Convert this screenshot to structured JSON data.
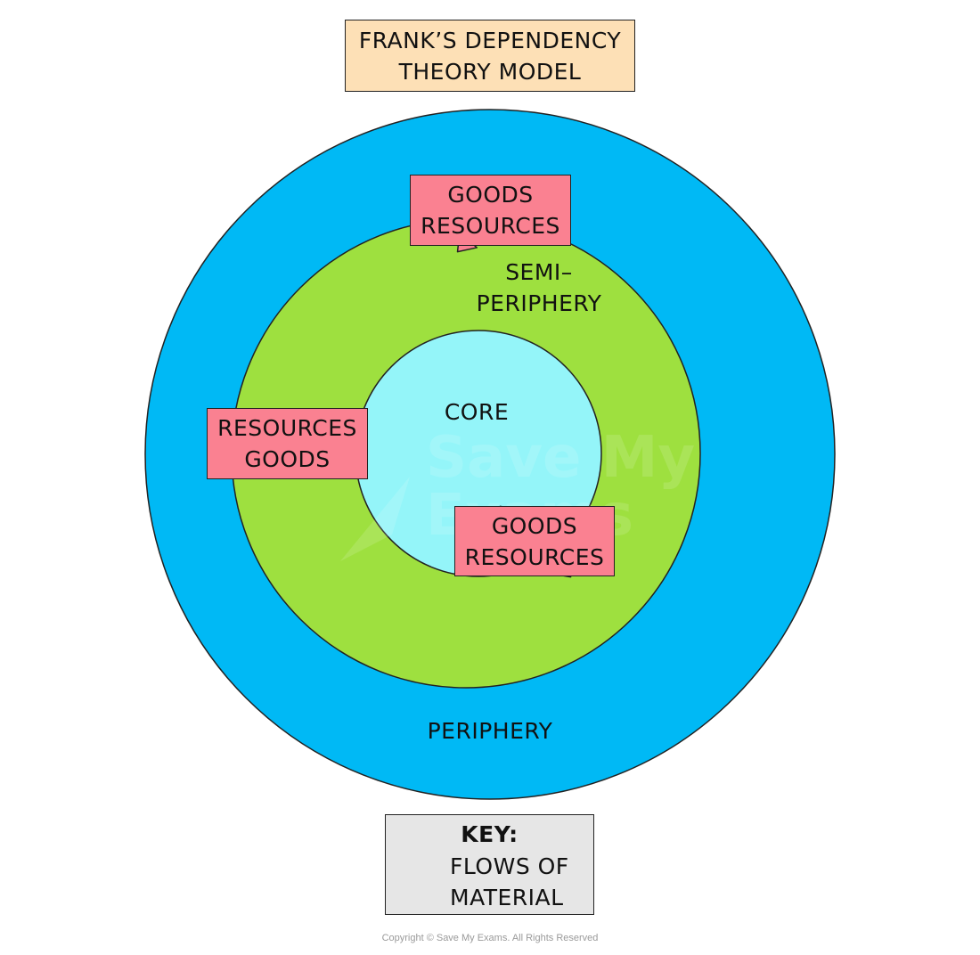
{
  "title": {
    "line1": "FRANK’S DEPENDENCY",
    "line2": "THEORY MODEL"
  },
  "zones": {
    "periphery": "PERIPHERY",
    "semi_periphery_line1": "SEMI–",
    "semi_periphery_line2": "PERIPHERY",
    "core": "CORE"
  },
  "flow_boxes": {
    "top": {
      "line1": "GOODS",
      "line2": "RESOURCES"
    },
    "left": {
      "line1": "RESOURCES",
      "line2": "GOODS"
    },
    "right": {
      "line1": "GOODS",
      "line2": "RESOURCES"
    }
  },
  "key": {
    "heading": "KEY:",
    "line1": "FLOWS OF",
    "line2": "MATERIAL"
  },
  "watermark": {
    "line1": "Save My",
    "line2": "Exams"
  },
  "copyright": "Copyright © Save My Exams. All Rights Reserved",
  "colors": {
    "periphery": "#00b9f5",
    "semi_periphery": "#9ee03f",
    "core": "#94f5f9",
    "flow": "#fa8191",
    "title_box": "#fde0b6",
    "key_box": "#e6e6e6"
  }
}
